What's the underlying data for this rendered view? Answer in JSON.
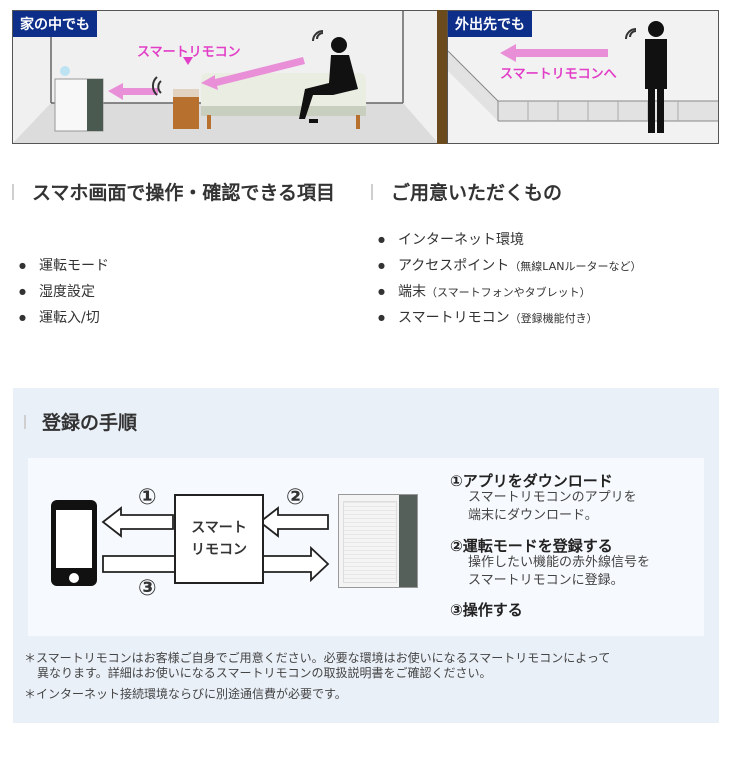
{
  "top": {
    "home_tag": "家の中でも",
    "home_label": "スマートリモコン",
    "away_tag": "外出先でも",
    "away_label": "スマートリモコンへ"
  },
  "features": {
    "heading": "スマホ画面で操作・確認できる項目",
    "items": [
      "運転モード",
      "湿度設定",
      "運転入/切"
    ]
  },
  "requirements": {
    "heading": "ご用意いただくもの",
    "items": [
      {
        "main": "インターネット環境",
        "note": ""
      },
      {
        "main": "アクセスポイント",
        "note": "（無線LANルーターなど）"
      },
      {
        "main": "端末",
        "note": "（スマートフォンやタブレット）"
      },
      {
        "main": "スマートリモコン",
        "note": "（登録機能付き）"
      }
    ]
  },
  "registration": {
    "heading": "登録の手順",
    "remote_box": "スマート\nリモコン",
    "num1": "①",
    "num2": "②",
    "num3": "③",
    "steps": [
      {
        "title": "①アプリをダウンロード",
        "desc_line1": "スマートリモコンのアプリを",
        "desc_line2": "端末にダウンロード。"
      },
      {
        "title": "②運転モードを登録する",
        "desc_line1": "操作したい機能の赤外線信号を",
        "desc_line2": "スマートリモコンに登録。"
      },
      {
        "title": "③操作する",
        "desc_line1": "",
        "desc_line2": ""
      }
    ],
    "note1_line1": "＊スマートリモコンはお客様ご自身でご用意ください。必要な環境はお使いになるスマートリモコンによって",
    "note1_line2": "異なります。詳細はお使いになるスマートリモコンの取扱説明書をご確認ください。",
    "note2": "＊インターネット接続環境ならびに別途通信費が必要です。"
  },
  "colors": {
    "tag_bg": "#0d2f8a",
    "pink": "#e23fc8",
    "reg_bg": "#eaf0f8"
  }
}
